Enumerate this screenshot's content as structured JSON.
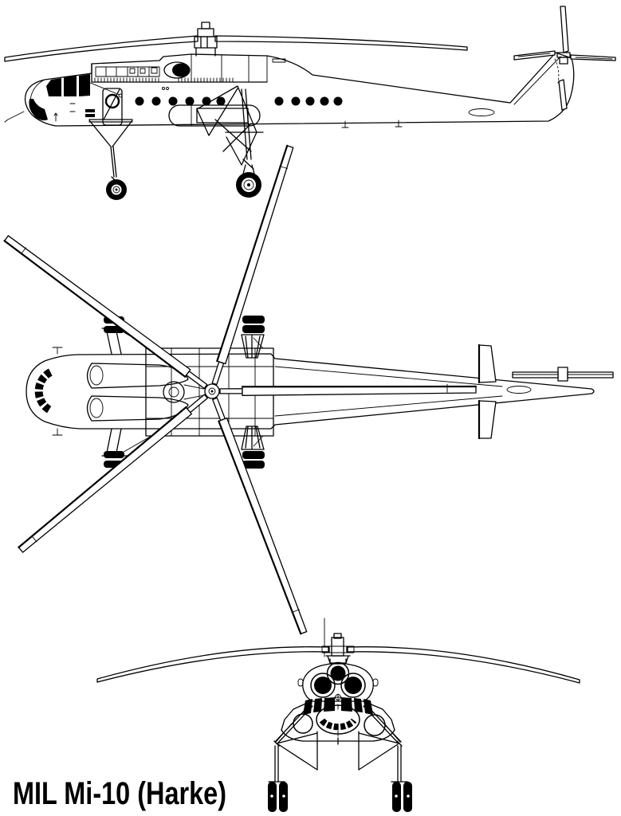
{
  "caption": {
    "text": "MIL Mi-10 (Harke)"
  },
  "aircraft": {
    "name": "MIL Mi-10",
    "nato_reporting_name": "Harke"
  },
  "colors": {
    "ink": "#000000",
    "paper": "#ffffff"
  },
  "drawing": {
    "style": "three-view line drawing",
    "views": [
      "side",
      "top",
      "front"
    ]
  }
}
